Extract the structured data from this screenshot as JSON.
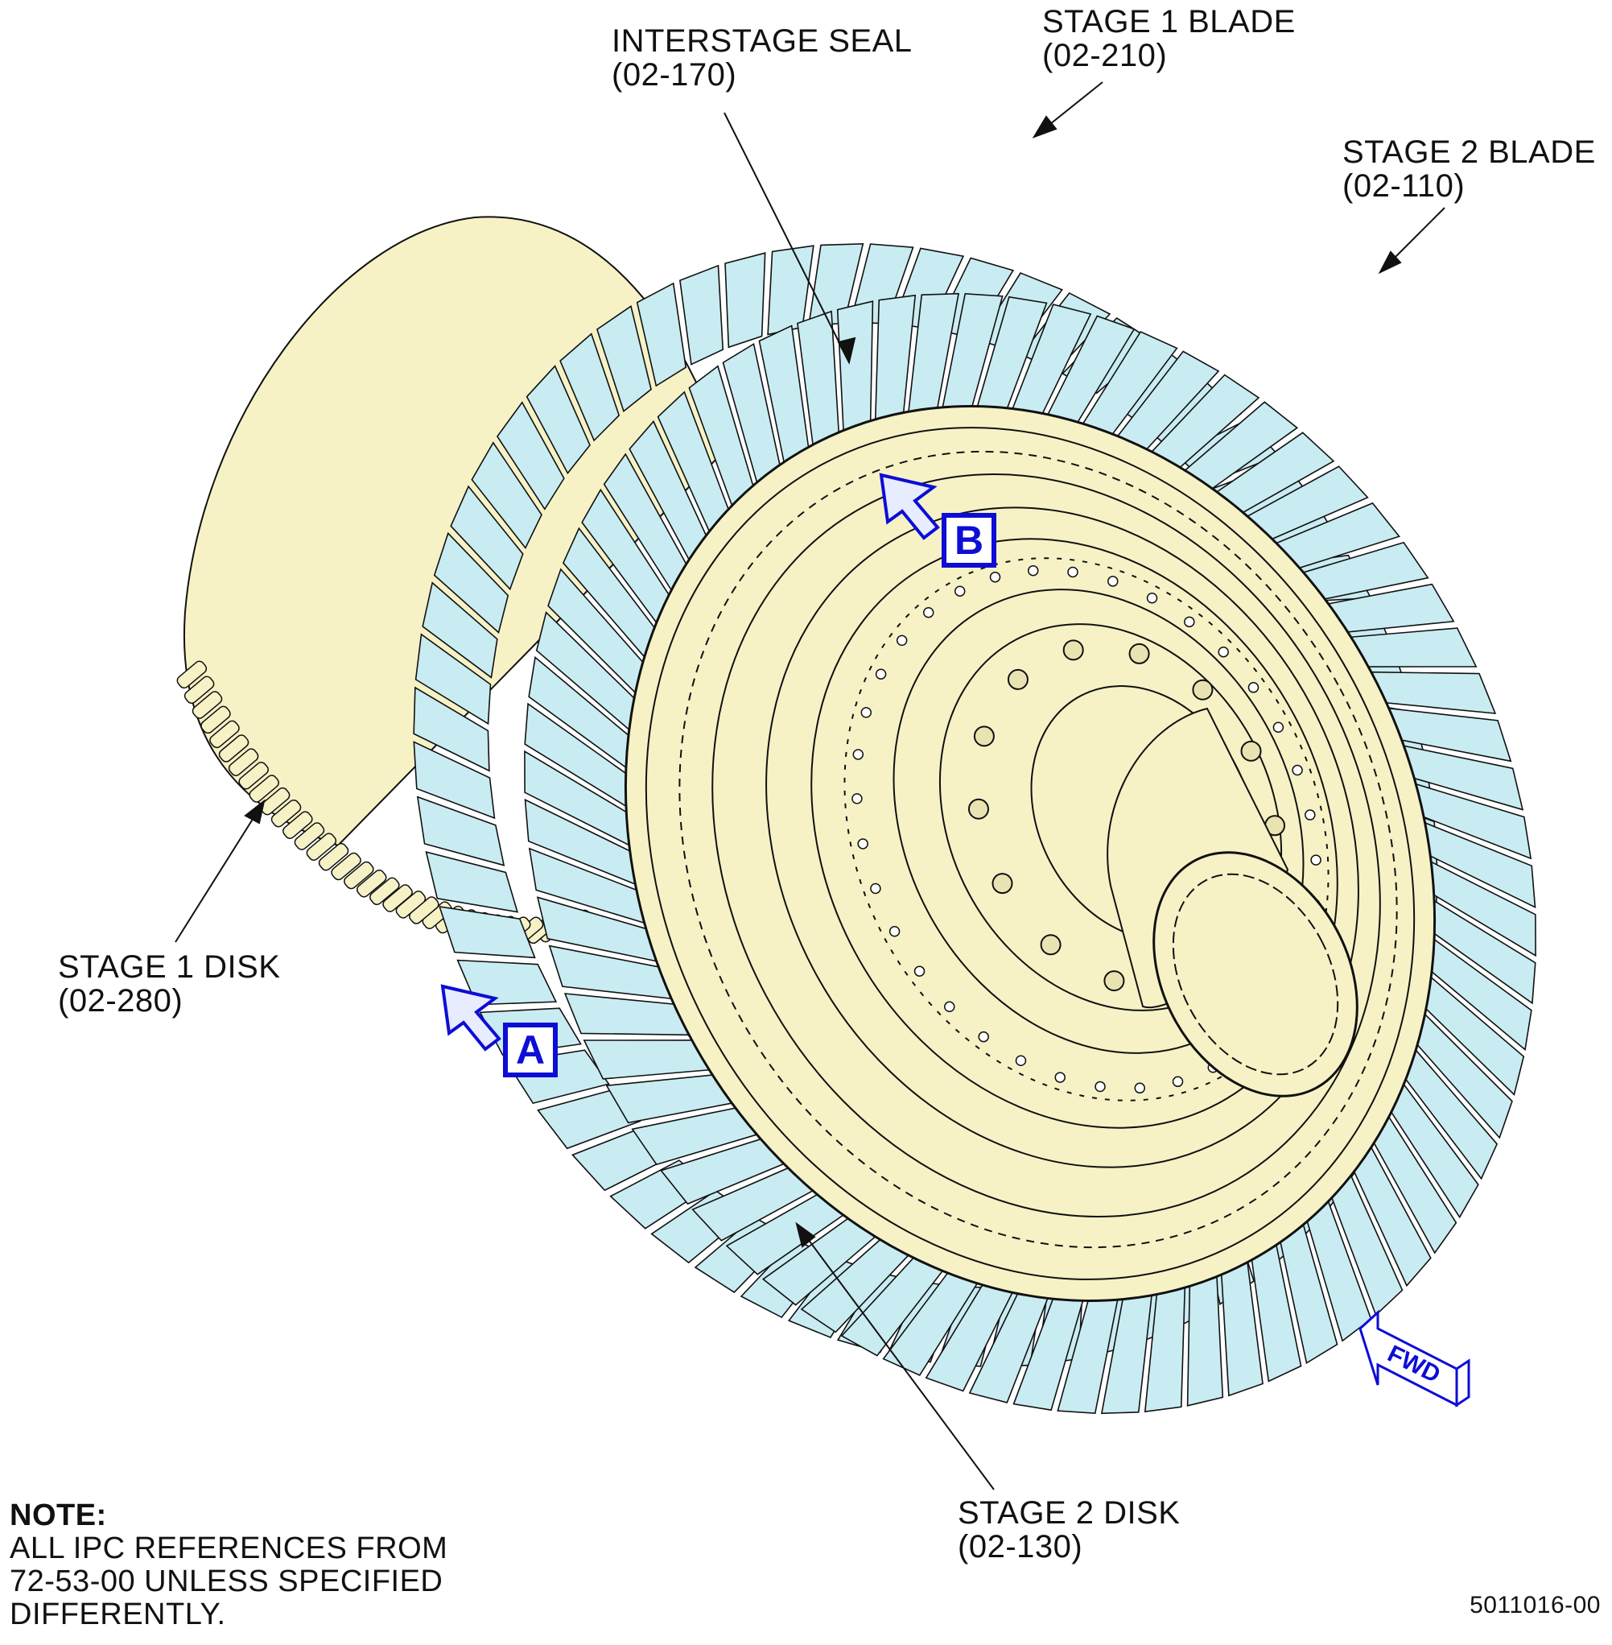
{
  "labels": {
    "interstage_seal": {
      "name": "INTERSTAGE SEAL",
      "ref": "(02-170)"
    },
    "stage1_blade": {
      "name": "STAGE 1 BLADE",
      "ref": "(02-210)"
    },
    "stage2_blade": {
      "name": "STAGE 2 BLADE",
      "ref": "(02-110)"
    },
    "stage1_disk": {
      "name": "STAGE 1 DISK",
      "ref": "(02-280)"
    },
    "stage2_disk": {
      "name": "STAGE 2 DISK",
      "ref": "(02-130)"
    }
  },
  "callouts": {
    "a": "A",
    "b": "B"
  },
  "fwd_label": "FWD",
  "note": {
    "heading": "NOTE:",
    "lines": [
      "ALL IPC REFERENCES FROM",
      "72-53-00 UNLESS SPECIFIED",
      "DIFFERENTLY."
    ]
  },
  "figure_number": "5011016-00",
  "colors": {
    "disk_fill": "#f6f2c6",
    "blade_fill": "#c9ecf2",
    "outline": "#111111",
    "callout_blue": "#0d0dd6"
  }
}
